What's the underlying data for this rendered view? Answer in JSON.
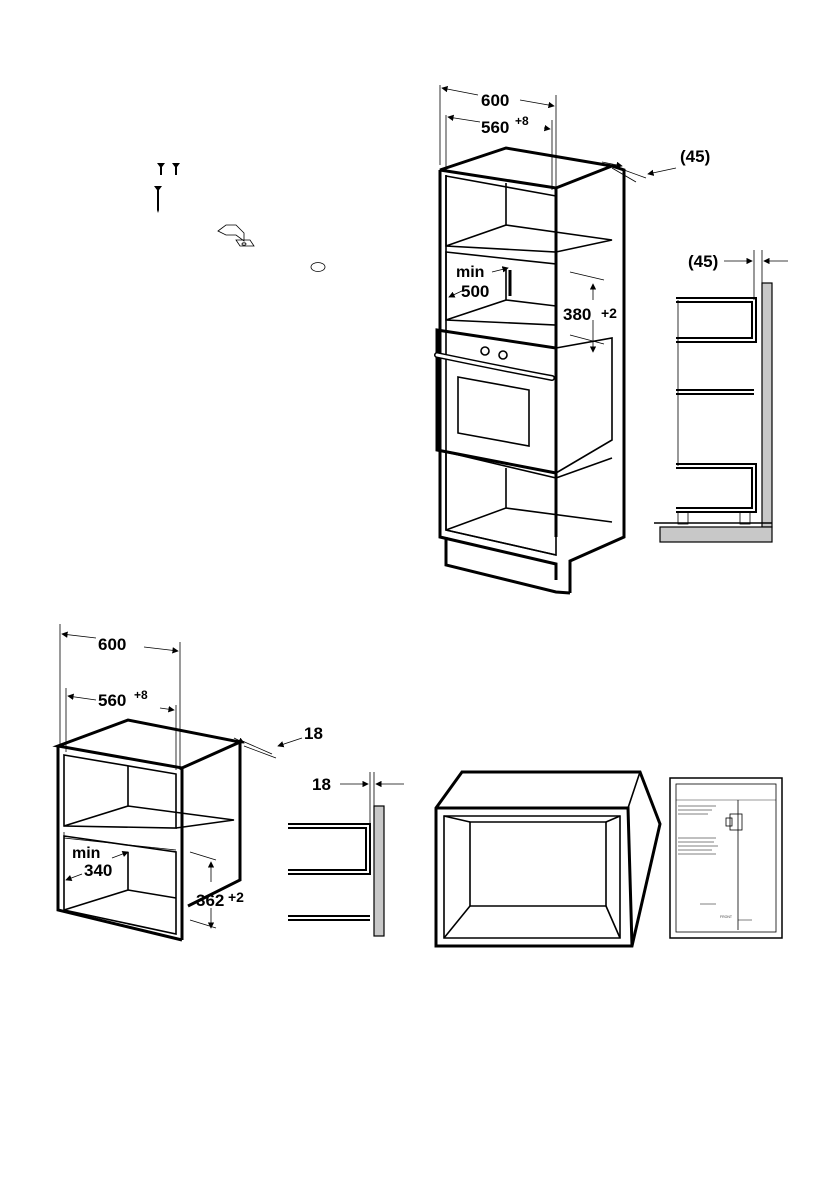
{
  "tall_cabinet": {
    "width_outer": "600",
    "width_inner": "560",
    "width_inner_tol": "+8",
    "side_gap": "(45)",
    "niche_depth_min_label": "min",
    "niche_depth_min": "500",
    "niche_height": "380",
    "niche_height_tol": "+2"
  },
  "side_detail": {
    "gap": "(45)"
  },
  "wall_cabinet": {
    "width_outer": "600",
    "width_inner": "560",
    "width_inner_tol": "+8",
    "side_gap": "18",
    "niche_depth_min_label": "min",
    "niche_depth_min": "340",
    "niche_height": "362",
    "niche_height_tol": "+2"
  },
  "wall_side_detail": {
    "gap": "18"
  },
  "template_sheet": {
    "front_label": "FRONT"
  },
  "colors": {
    "line": "#000000",
    "wall_fill": "#c8c8c8",
    "background": "#ffffff"
  }
}
